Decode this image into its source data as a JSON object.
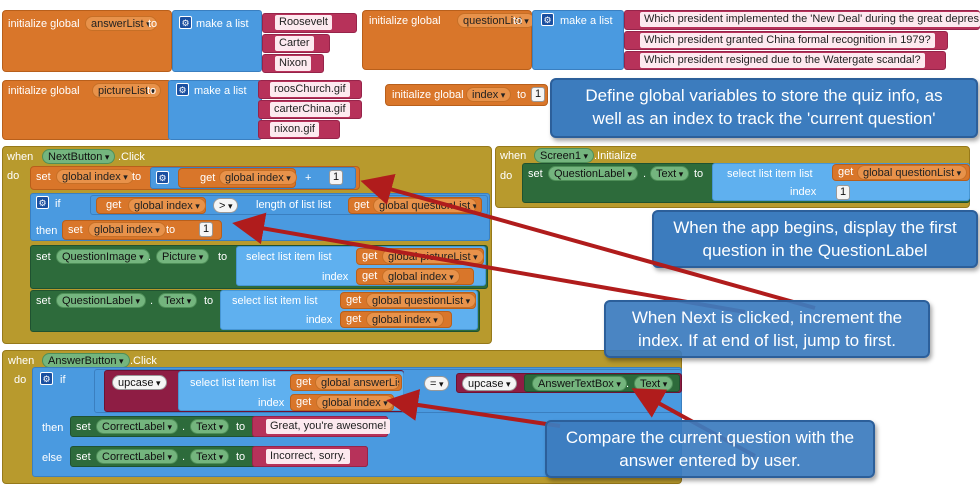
{
  "answer_list": {
    "init": "initialize global",
    "name": "answerList",
    "to": "to",
    "make": "make a list",
    "items": [
      "Roosevelt",
      "Carter",
      "Nixon"
    ]
  },
  "question_list": {
    "init": "initialize global",
    "name": "questionList",
    "to": "to",
    "make": "make a list",
    "items": [
      "Which president implemented the 'New Deal' during the great depres",
      "Which president granted China formal recognition in 1979?",
      "Which president resigned due to the Watergate scandal?"
    ]
  },
  "picture_list": {
    "init": "initialize global",
    "name": "pictureList",
    "to": "to",
    "make": "make a list",
    "items": [
      "roosChurch.gif",
      "carterChina.gif",
      "nixon.gif"
    ]
  },
  "index_init": {
    "init": "initialize global",
    "name": "index",
    "to": "to",
    "value": "1"
  },
  "next_click": {
    "when": "when",
    "component": "NextButton",
    "event": ".Click",
    "do": "do",
    "set": "set",
    "var": "global index",
    "to": "to",
    "get": "get",
    "plus": "+",
    "one": "1",
    "if": "if",
    "gt": ">",
    "length": "length of list list",
    "get_qlist": "global questionList",
    "then": "then",
    "picture_comp": "QuestionImage",
    "picture_prop": "Picture",
    "select": "select list item list",
    "get_plist": "global pictureList",
    "index_label": "index",
    "label_comp": "QuestionLabel",
    "text_prop": "Text"
  },
  "screen_init": {
    "when": "when",
    "component": "Screen1",
    "event": ".Initialize",
    "do": "do",
    "set": "set",
    "label_comp": "QuestionLabel",
    "text_prop": "Text",
    "to": "to",
    "select": "select list item list",
    "get": "get",
    "get_qlist": "global questionList",
    "index_label": "index",
    "one": "1"
  },
  "answer_click": {
    "when": "when",
    "component": "AnswerButton",
    "event": ".Click",
    "do": "do",
    "if": "if",
    "upcase": "upcase",
    "select": "select list item list",
    "get": "get",
    "get_alist": "global answerList",
    "index_label": "index",
    "get_index": "global index",
    "eq": "=",
    "textbox": "AnswerTextBox",
    "text_prop": "Text",
    "then": "then",
    "else": "else",
    "set": "set",
    "correct_comp": "CorrectLabel",
    "to": "to",
    "right_msg": "Great, you're awesome!",
    "wrong_msg": "Incorrect, sorry."
  },
  "callouts": {
    "globals": "Define global variables to store the quiz info, as well as an index to track the 'current question'",
    "begin": "When the app begins, display the first question in the QuestionLabel",
    "next": "When Next is clicked, increment the index. If at end of list, jump to first.",
    "compare": "Compare the current question with the answer entered by user."
  },
  "colors": {
    "global_block": "#d9762a",
    "list_block": "#4a9ae0",
    "text_block": "#b7325a",
    "event_block": "#b89a2d",
    "component_block": "#2d6b3b",
    "callout": "#3c7cbe",
    "arrow": "#b01c1c"
  }
}
